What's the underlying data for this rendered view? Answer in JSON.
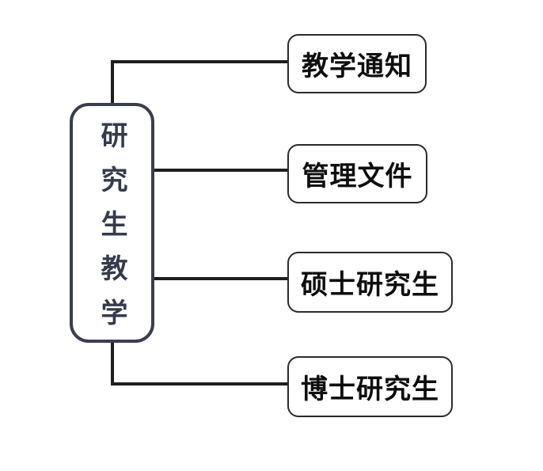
{
  "diagram": {
    "type": "tree",
    "root": {
      "label": "研究生教学"
    },
    "nodes": [
      {
        "label": "教学通知"
      },
      {
        "label": "管理文件"
      },
      {
        "label": "硕士研究生"
      },
      {
        "label": "博士研究生"
      }
    ],
    "colors": {
      "background": "#ffffff",
      "root_border": "#3a3e4e",
      "root_text": "#353b4d",
      "node_border": "#2b2b2b",
      "node_text": "#0e0e0e",
      "connector": "#1e1e1e"
    }
  }
}
